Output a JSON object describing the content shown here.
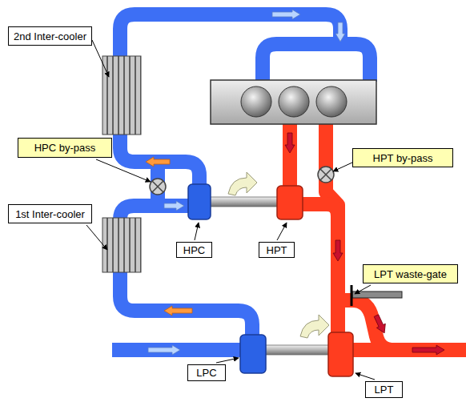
{
  "diagram": {
    "nodes": [
      {
        "text": [
          "2nd Inter-cooler"
        ]
      },
      {
        "text": [
          "HPC by-pass"
        ]
      },
      {
        "text": [
          "HPT by-pass"
        ]
      },
      {
        "text": [
          "1st Inter-cooler"
        ]
      },
      {
        "text": [
          "HPC"
        ]
      },
      {
        "text": [
          "HPT"
        ]
      },
      {
        "text": [
          "LPT waste-gate"
        ]
      },
      {
        "text": [
          "LPC"
        ]
      },
      {
        "text": [
          "LPT"
        ]
      }
    ]
  }
}
